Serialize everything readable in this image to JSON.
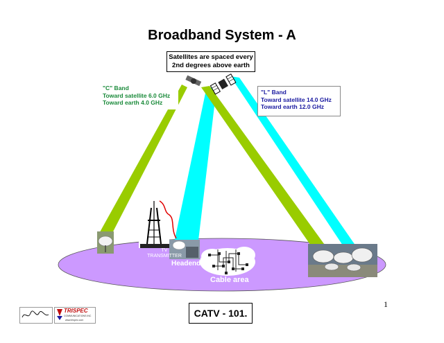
{
  "title": "Broadband System - A",
  "satellite_note": {
    "line1": "Satellites are spaced every",
    "line2": "2nd degrees above earth"
  },
  "c_band": {
    "heading": "\"C\" Band",
    "line1": "Toward satellite 6.0 GHz",
    "line2": "Toward earth 4.0 GHz",
    "color": "#1a8a3a"
  },
  "l_band": {
    "heading": "\"L\" Band",
    "line1": "Toward satellite 14.0 GHz",
    "line2": "Toward earth 12.0 GHz",
    "color": "#1a1aa0"
  },
  "labels": {
    "tv_transmitter_1": "TV",
    "tv_transmitter_2": "TRANSMITTER",
    "headend": "Headend",
    "cable_area": "Cable area"
  },
  "page_number": "1",
  "footer": "CATV - 101.",
  "logo": {
    "name": "TRISPEC",
    "subtitle": "COMMUNICATIONS INC",
    "url": "www.trispec.com"
  },
  "colors": {
    "c_band_beam": "#99cc00",
    "l_band_beam": "#00ffff",
    "ground": "#cc99ff",
    "cable_area": "#ffffff"
  }
}
